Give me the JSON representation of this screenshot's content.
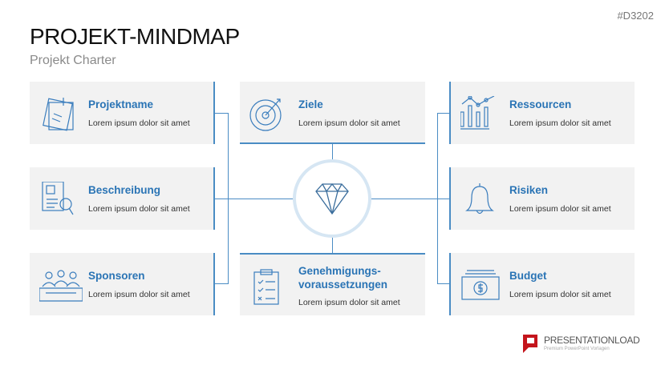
{
  "code": "#D3202",
  "title": "PROJEKT-MINDMAP",
  "subtitle": "Projekt Charter",
  "center_icon": "diamond-icon",
  "nodes": [
    {
      "title": "Projektname",
      "text": "Lorem ipsum dolor sit amet",
      "icon": "sticky-note-icon"
    },
    {
      "title": "Beschreibung",
      "text": "Lorem ipsum dolor sit amet",
      "icon": "document-search-icon"
    },
    {
      "title": "Sponsoren",
      "text": "Lorem ipsum dolor sit amet",
      "icon": "meeting-icon"
    },
    {
      "title": "Ziele",
      "text": "Lorem ipsum dolor sit amet",
      "icon": "target-icon"
    },
    {
      "title": "Genehmigungs-voraussetzungen",
      "text": "Lorem ipsum dolor sit amet",
      "icon": "checklist-icon"
    },
    {
      "title": "Ressourcen",
      "text": "Lorem ipsum dolor sit amet",
      "icon": "bar-chart-icon"
    },
    {
      "title": "Risiken",
      "text": "Lorem ipsum dolor sit amet",
      "icon": "bell-icon"
    },
    {
      "title": "Budget",
      "text": "Lorem ipsum dolor sit amet",
      "icon": "money-icon"
    }
  ],
  "logo": {
    "brand": "PRESENTATIONLOAD",
    "tagline": "Premium PowerPoint Vorlagen"
  },
  "colors": {
    "accent": "#2a74b5",
    "line": "#4a8cc4",
    "box": "#f2f2f2"
  }
}
